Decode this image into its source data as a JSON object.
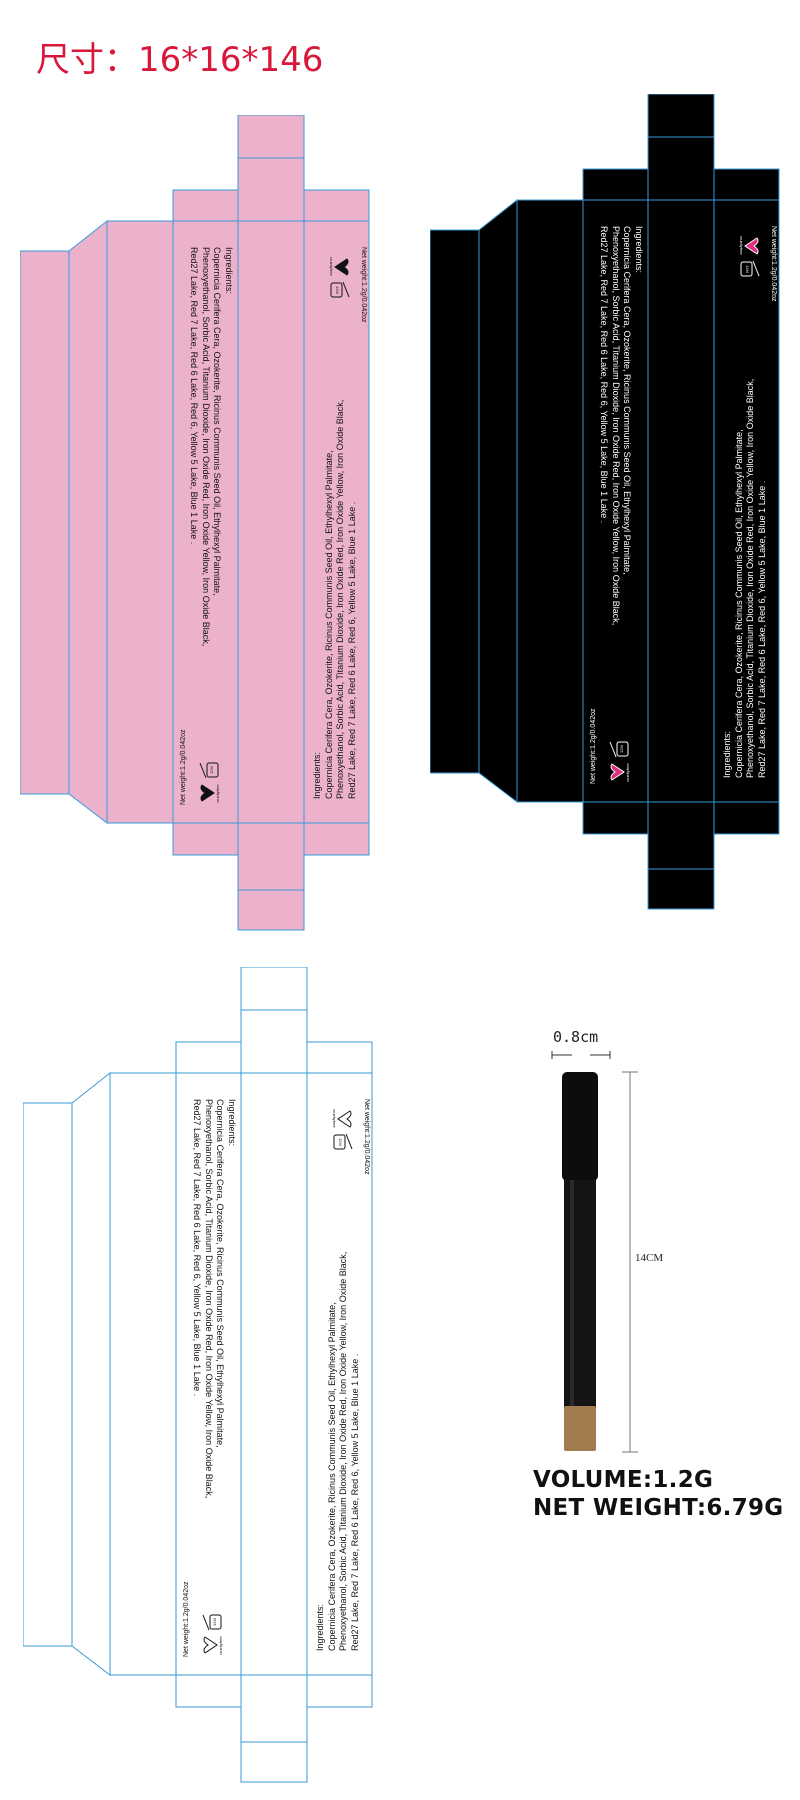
{
  "title": "尺寸：16*16*146",
  "colors": {
    "title": "#d9173a",
    "dieline_stroke": "#3a9ad9",
    "pink_fill": "#ecb2cb",
    "black_fill": "#000000",
    "outline_fill": "#ffffff",
    "heart_pink": "#e0307f",
    "pencil_body": "#111111",
    "pencil_tip": "#a47a4f"
  },
  "packaging": {
    "ingredients_lines": [
      "Ingredients:",
      "Copernicia Cerifera Cera, Ozokerite, Ricinus Communis Seed Oil, Ethylhexyl Palmitate,",
      "Phenoxyethanol, Sorbic Acid, Titanium Dioxide, Iron Oxide Red, Iron Oxide Yellow, Iron Oxide Black,",
      "Red27 Lake, Red 7 Lake, Red 6 Lake, Red 6, Yellow 5 Lake, Blue 1 Lake ."
    ],
    "net_weight": "Net weight:1.2g/0.042oz",
    "cruelty_free": "crueltyfree",
    "pao": "12M",
    "variants": [
      "pink",
      "black",
      "outline"
    ]
  },
  "product": {
    "width_label": "0.8cm",
    "length_label": "14CM",
    "volume": "VOLUME:1.2G",
    "net_weight": "NET WEIGHT:6.79G"
  }
}
